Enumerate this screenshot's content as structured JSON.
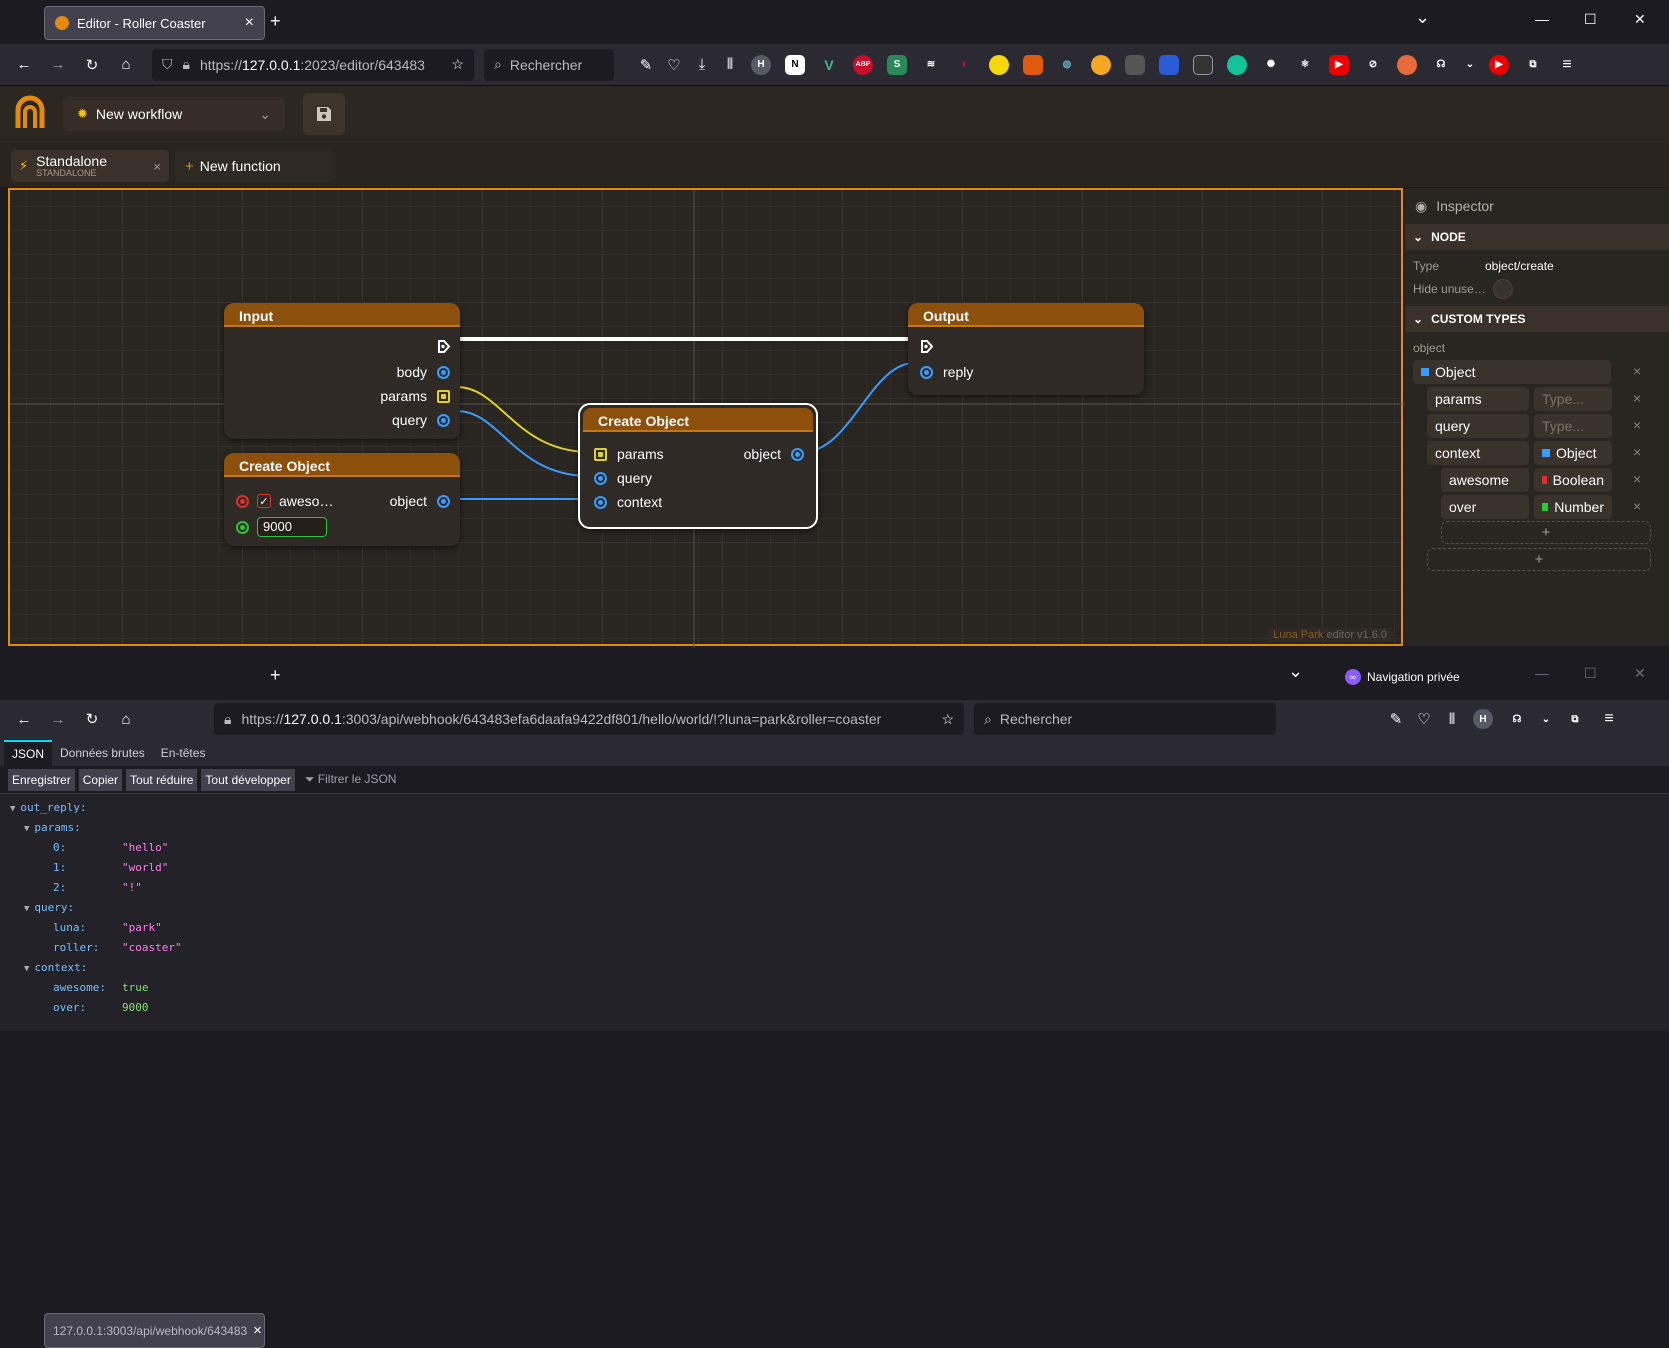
{
  "browser": {
    "tab_title": "Editor - Roller Coaster",
    "url_prefix": "https://",
    "url_host": "127.0.0.1",
    "url_rest": ":2023/editor/643483",
    "search_placeholder": "Rechercher",
    "new_tab": "+",
    "close_tab": "×",
    "min": "—",
    "max": "☐",
    "close": "✕",
    "dropdown": "⌄",
    "ext_h": "H",
    "ext_n": "N",
    "ext_v": "V",
    "ext_abp": "ABP",
    "ext_s": "S"
  },
  "app": {
    "workflow_name": "New workflow",
    "function_tab_title": "Standalone",
    "function_tab_sub": "STANDALONE",
    "new_function": "New function",
    "watermark_brand": "Luna Park",
    "watermark_rest": " editor v1.6.0"
  },
  "nodes": {
    "input": {
      "title": "Input",
      "ports": [
        "body",
        "params",
        "query"
      ]
    },
    "create_small": {
      "title": "Create Object",
      "bool_label": "aweso…",
      "number_value": "9000",
      "out": "object"
    },
    "create_main": {
      "title": "Create Object",
      "inputs": [
        "params",
        "query",
        "context"
      ],
      "out": "object"
    },
    "output": {
      "title": "Output",
      "port": "reply"
    }
  },
  "inspector": {
    "title": "Inspector",
    "section_node": "NODE",
    "type_label": "Type",
    "type_value": "object/create",
    "hide_label": "Hide unuse…",
    "section_custom": "CUSTOM TYPES",
    "custom_type_name": "object",
    "root_type": "Object",
    "placeholder_type": "Type...",
    "fields": [
      {
        "name": "params",
        "type": ""
      },
      {
        "name": "query",
        "type": ""
      },
      {
        "name": "context",
        "type": "Object"
      }
    ],
    "sub_fields": [
      {
        "name": "awesome",
        "type": "Boolean"
      },
      {
        "name": "over",
        "type": "Number"
      }
    ],
    "add": "+"
  },
  "window2": {
    "tab_title": "127.0.0.1:3003/api/webhook/643483",
    "private_label": "Navigation privée",
    "url_prefix": "https://",
    "url_host": "127.0.0.1",
    "url_rest": ":3003/api/webhook/643483efa6daafa9422df801/hello/world/!?luna=park&roller=coaster",
    "search_placeholder": "Rechercher",
    "json_tabs": [
      "JSON",
      "Données brutes",
      "En-têtes"
    ],
    "toolbar": [
      "Enregistrer",
      "Copier",
      "Tout réduire",
      "Tout développer"
    ],
    "filter_placeholder": "Filtrer le JSON"
  },
  "json": {
    "root": "out_reply:",
    "params_key": "params:",
    "params": [
      {
        "k": "0:",
        "v": "\"hello\""
      },
      {
        "k": "1:",
        "v": "\"world\""
      },
      {
        "k": "2:",
        "v": "\"!\""
      }
    ],
    "query_key": "query:",
    "query": [
      {
        "k": "luna:",
        "v": "\"park\""
      },
      {
        "k": "roller:",
        "v": "\"coaster\""
      }
    ],
    "context_key": "context:",
    "context": [
      {
        "k": "awesome:",
        "v": "true"
      },
      {
        "k": "over:",
        "v": "9000"
      }
    ]
  },
  "colors": {
    "accent": "#e38a10",
    "node_header": "#8d4f0c",
    "port_blue": "#3a9bff",
    "port_yellow": "#e1d12a",
    "port_green": "#2bc43a",
    "port_red": "#e0302a"
  }
}
